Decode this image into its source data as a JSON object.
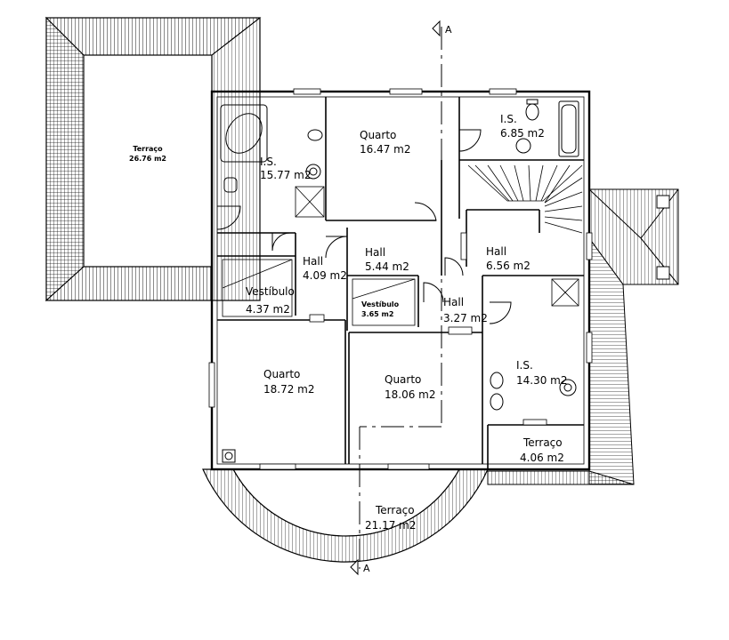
{
  "section_marker": "A",
  "rooms": [
    {
      "id": "terraco-nw",
      "name": "Terraço",
      "area": "26.76 m2"
    },
    {
      "id": "is-1",
      "name": "I.S.",
      "area": "15.77 m2"
    },
    {
      "id": "quarto-1",
      "name": "Quarto",
      "area": "16.47 m2"
    },
    {
      "id": "is-2",
      "name": "I.S.",
      "area": "6.85 m2"
    },
    {
      "id": "hall-1",
      "name": "Hall",
      "area": "4.09 m2"
    },
    {
      "id": "hall-2",
      "name": "Hall",
      "area": "5.44 m2"
    },
    {
      "id": "hall-3",
      "name": "Hall",
      "area": "6.56 m2"
    },
    {
      "id": "vestibulo-1",
      "name": "Vestíbulo",
      "area": "4.37 m2"
    },
    {
      "id": "vestibulo-2",
      "name": "Vestíbulo",
      "area": "3.65 m2"
    },
    {
      "id": "hall-4",
      "name": "Hall",
      "area": "3.27 m2"
    },
    {
      "id": "quarto-2",
      "name": "Quarto",
      "area": "18.72 m2"
    },
    {
      "id": "quarto-3",
      "name": "Quarto",
      "area": "18.06 m2"
    },
    {
      "id": "is-3",
      "name": "I.S.",
      "area": "14.30 m2"
    },
    {
      "id": "terraco-e",
      "name": "Terraço",
      "area": "4.06 m2"
    },
    {
      "id": "terraco-s",
      "name": "Terraço",
      "area": "21.17 m2"
    }
  ]
}
